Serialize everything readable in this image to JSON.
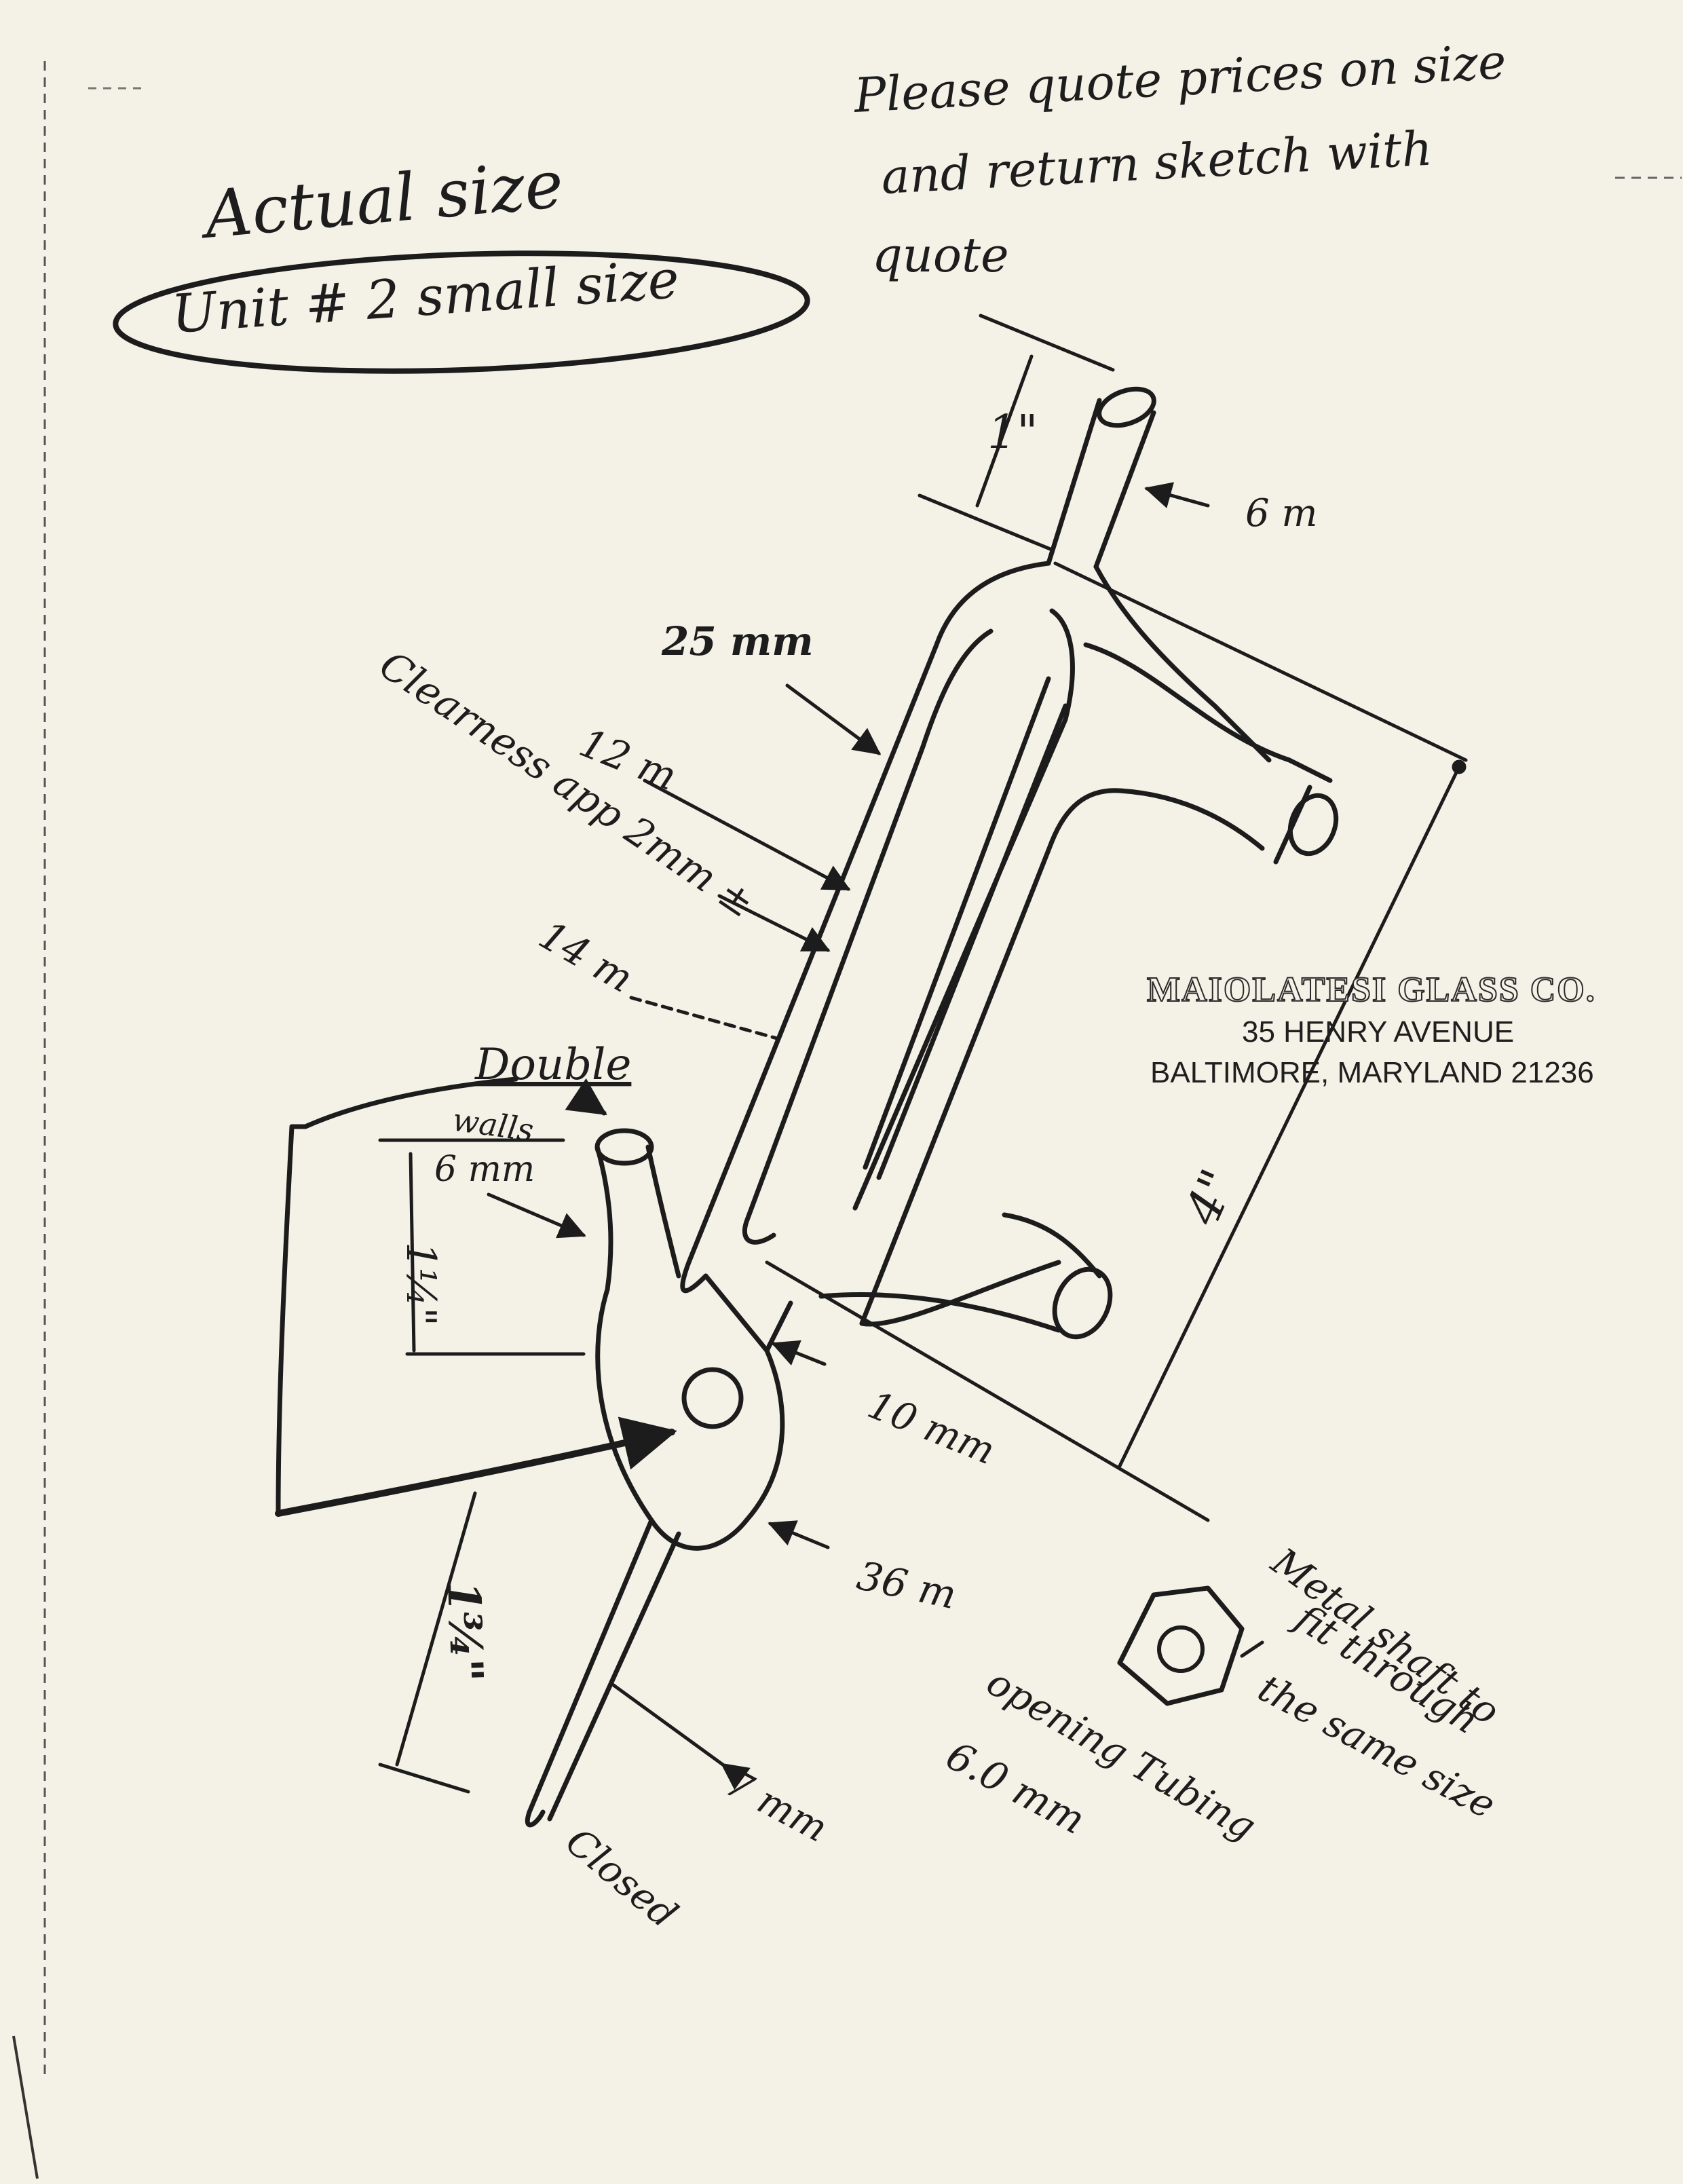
{
  "notes": {
    "top_right_line1": "Please quote prices on size",
    "top_right_line2": "and return sketch with",
    "top_right_line3": "quote",
    "actual_size": "Actual size",
    "unit": "Unit # 2 small size",
    "double_walls_1": "Double",
    "double_walls_2": "walls",
    "clearness": "Clearness app 2mm ±",
    "closed": "Closed",
    "metal_note_1": "Metal shaft to",
    "metal_note_2": "fit through",
    "metal_note_3": "the same size",
    "opening_note_1": "opening Tubing",
    "opening_note_2": "6.0 mm"
  },
  "dimensions": {
    "top_length": "1\"",
    "top_dia": "6 m",
    "outer_width": "25 mm",
    "inner_width": "12 m",
    "inner_wall": "14 m",
    "length_4": "4\"",
    "side_tube_length": "1¼\"",
    "side_tube_dia": "6 mm",
    "neck_dia": "10 mm",
    "hub_dia": "36 m",
    "stem_length": "1¾\"",
    "stem_dia": "7 mm"
  },
  "stamp": {
    "name": "MAIOLATESI GLASS CO.",
    "street": "35 HENRY AVENUE",
    "city": "BALTIMORE, MARYLAND 21236"
  }
}
